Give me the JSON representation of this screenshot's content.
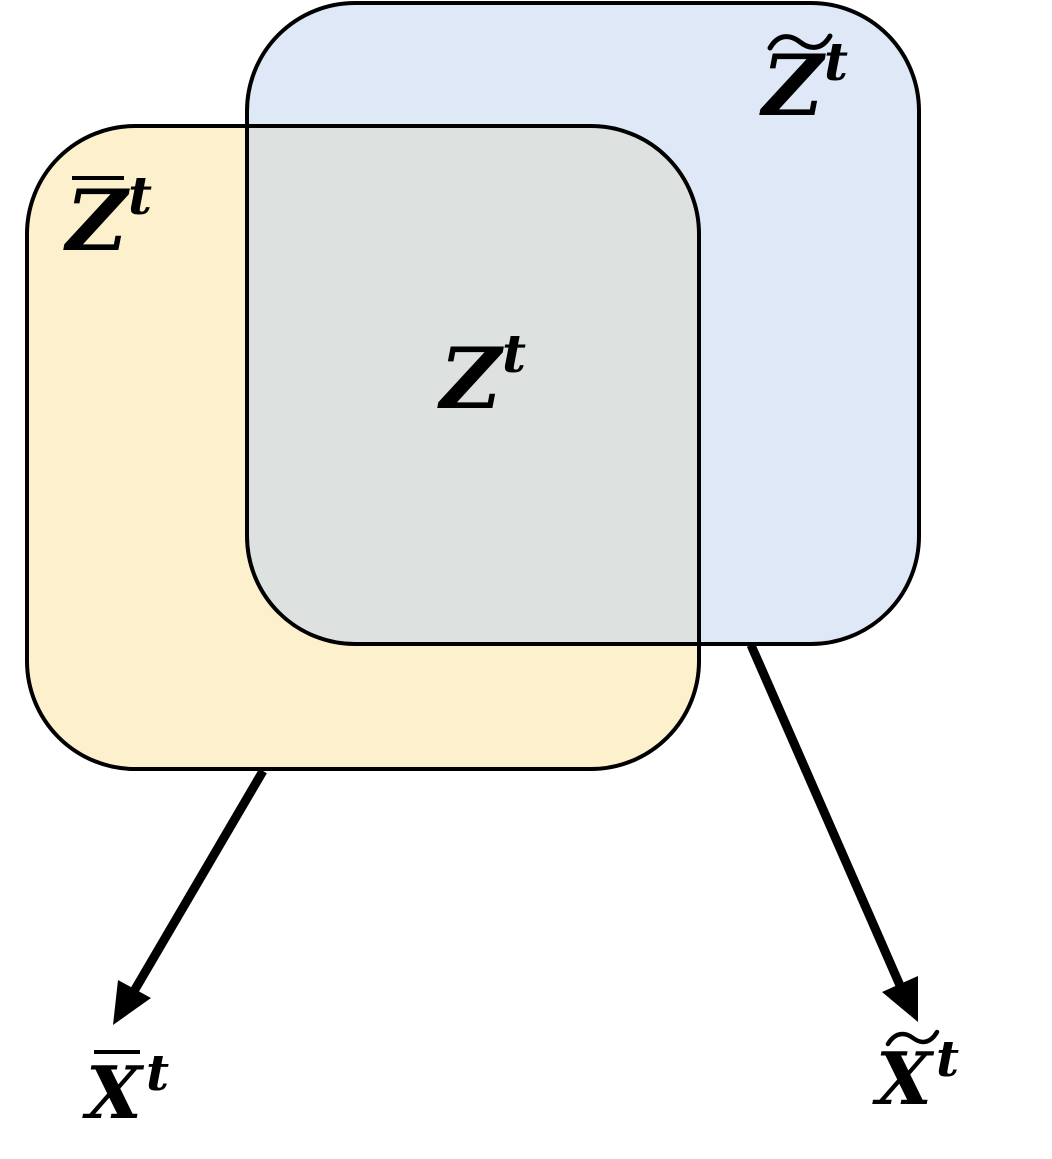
{
  "colors": {
    "bar_z_fill": "#fdf0cd",
    "tilde_z_fill": "#c3d6ee",
    "tilde_z_opacity": 0.55,
    "stroke": "#000000"
  },
  "labels": {
    "z_bar": {
      "base": "Z",
      "sup": "t",
      "accent": "bar"
    },
    "z_tilde": {
      "base": "Z",
      "sup": "t",
      "accent": "tilde"
    },
    "z_shared": {
      "base": "Z",
      "sup": "t",
      "accent": "none"
    },
    "x_bar": {
      "base": "X",
      "sup": "t",
      "accent": "bar"
    },
    "x_tilde": {
      "base": "X",
      "sup": "t",
      "accent": "tilde"
    }
  },
  "arrows": [
    {
      "from": "z_bar",
      "to": "x_bar"
    },
    {
      "from": "z_tilde",
      "to": "x_tilde"
    }
  ]
}
